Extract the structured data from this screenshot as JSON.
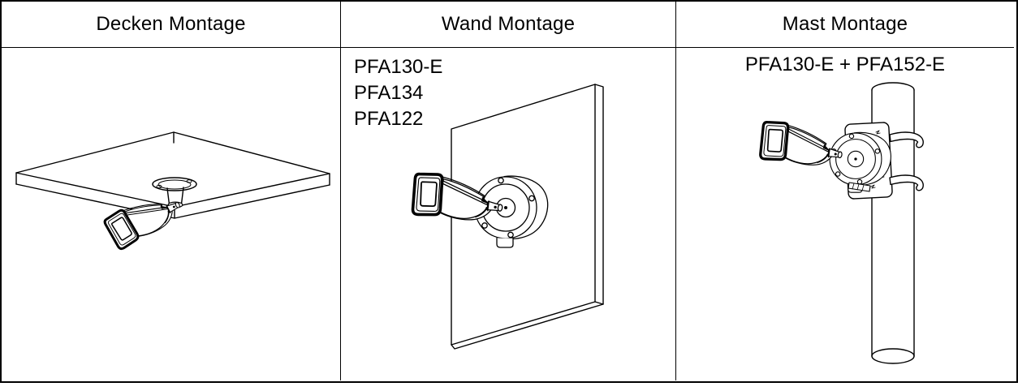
{
  "table": {
    "columns": [
      {
        "header": "Decken Montage",
        "accessories": [],
        "illustration": "ceiling-mount"
      },
      {
        "header": "Wand Montage",
        "accessories": [
          "PFA130-E",
          "PFA134",
          "PFA122"
        ],
        "illustration": "wall-mount"
      },
      {
        "header": "Mast Montage",
        "accessories": [
          "PFA130-E + PFA152-E"
        ],
        "illustration": "pole-mount"
      }
    ]
  },
  "colors": {
    "border": "#000000",
    "line_art": "#000000",
    "background": "#ffffff"
  }
}
